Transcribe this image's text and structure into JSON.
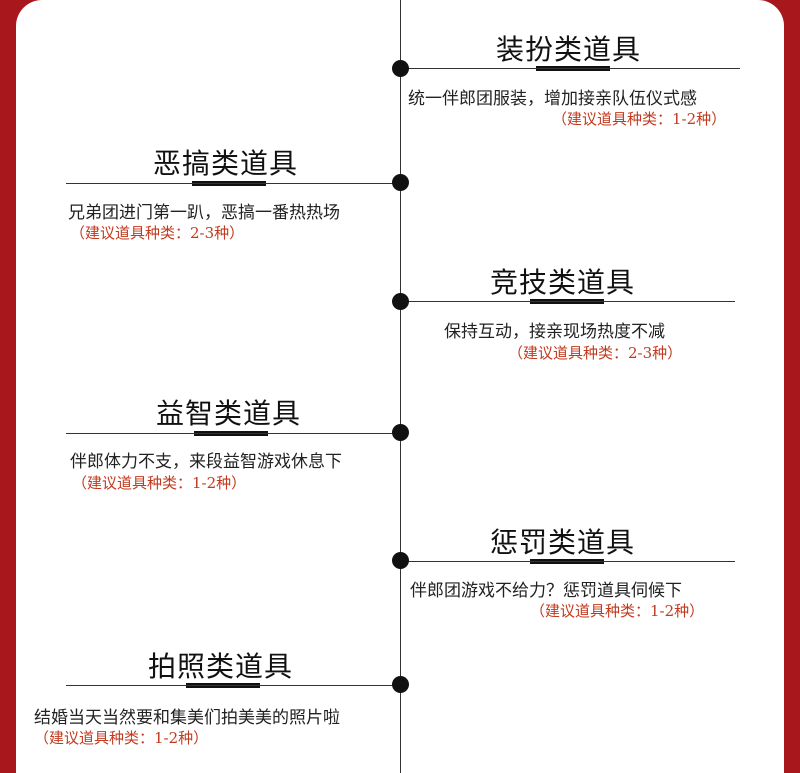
{
  "items": [
    {
      "title": "装扮类道具",
      "desc": "统一伴郎团服装，增加接亲队伍仪式感",
      "note": "（建议道具种类：1-2种）"
    },
    {
      "title": "恶搞类道具",
      "desc": "兄弟团进门第一趴，恶搞一番热热场",
      "note": "（建议道具种类：2-3种）"
    },
    {
      "title": "竞技类道具",
      "desc": "保持互动，接亲现场热度不减",
      "note": "（建议道具种类：2-3种）"
    },
    {
      "title": "益智类道具",
      "desc": "伴郎体力不支，来段益智游戏休息下",
      "note": "（建议道具种类：1-2种）"
    },
    {
      "title": "惩罚类道具",
      "desc": "伴郎团游戏不给力？惩罚道具伺候下",
      "note": "（建议道具种类：1-2种）"
    },
    {
      "title": "拍照类道具",
      "desc": "结婚当天当然要和集美们拍美美的照片啦",
      "note": "（建议道具种类：1-2种）"
    }
  ],
  "colors": {
    "background": "#a8171c",
    "card": "#ffffff",
    "note": "#c23a1e",
    "line": "#333333"
  }
}
